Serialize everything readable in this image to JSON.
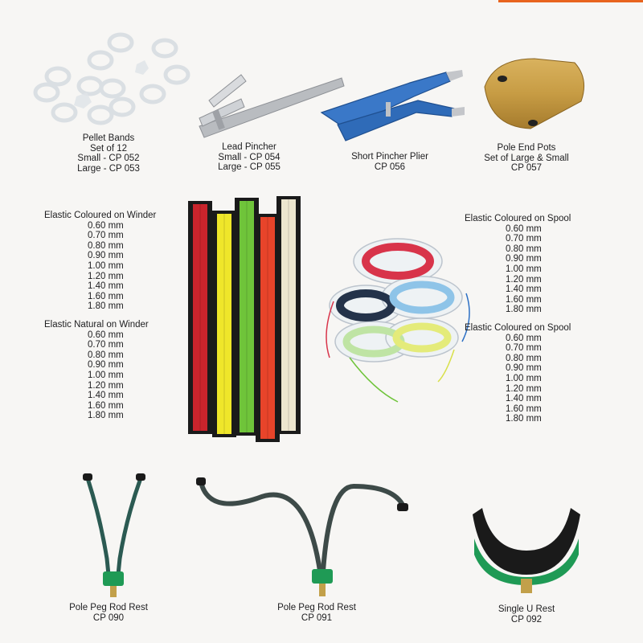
{
  "colors": {
    "accent": "#e8641e",
    "text": "#1d1d1f",
    "green": "#1f9a55",
    "blue": "#2c6fc4",
    "tan": "#c79c44"
  },
  "products_top": [
    {
      "lines": [
        "Pellet Bands",
        "Set of 12",
        "Small - CP 052",
        "Large - CP 053"
      ]
    },
    {
      "lines": [
        "Lead Pincher",
        "Small - CP 054",
        "Large - CP 055"
      ]
    },
    {
      "lines": [
        "Short Pincher Plier",
        "CP 056"
      ]
    },
    {
      "lines": [
        "Pole End Pots",
        "Set of Large & Small",
        "CP 057"
      ]
    }
  ],
  "elastic_coloured_winder": {
    "title": "Elastic Coloured on Winder",
    "sizes": [
      "0.60 mm",
      "0.70 mm",
      "0.80 mm",
      "0.90 mm",
      "1.00 mm",
      "1.20 mm",
      "1.40 mm",
      "1.60 mm",
      "1.80 mm"
    ]
  },
  "elastic_natural_winder": {
    "title": "Elastic Natural on Winder",
    "sizes": [
      "0.60 mm",
      "0.70 mm",
      "0.80 mm",
      "0.90 mm",
      "1.00 mm",
      "1.20 mm",
      "1.40 mm",
      "1.60 mm",
      "1.80 mm"
    ]
  },
  "elastic_coloured_spool_1": {
    "title": "Elastic Coloured on Spool",
    "sizes": [
      "0.60 mm",
      "0.70 mm",
      "0.80 mm",
      "0.90 mm",
      "1.00 mm",
      "1.20 mm",
      "1.40 mm",
      "1.60 mm",
      "1.80 mm"
    ]
  },
  "elastic_coloured_spool_2": {
    "title": "Elastic Coloured on Spool",
    "sizes": [
      "0.60 mm",
      "0.70 mm",
      "0.80 mm",
      "0.90 mm",
      "1.00 mm",
      "1.20 mm",
      "1.40 mm",
      "1.60 mm",
      "1.80 mm"
    ]
  },
  "products_bottom": [
    {
      "lines": [
        "Pole Peg Rod Rest",
        "CP 090"
      ]
    },
    {
      "lines": [
        "Pole Peg Rod Rest",
        "CP 091"
      ]
    },
    {
      "lines": [
        "Single U Rest",
        "CP 092"
      ]
    }
  ]
}
